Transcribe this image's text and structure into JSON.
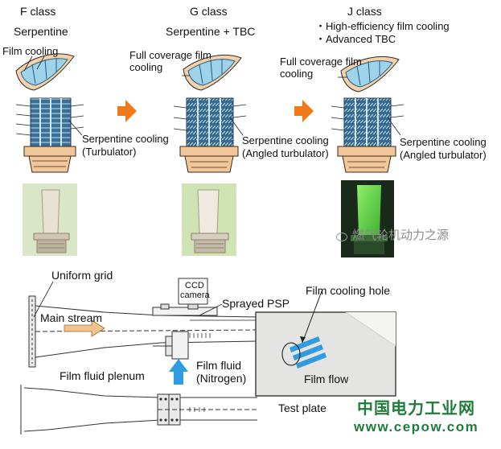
{
  "classes": [
    {
      "title": "F class",
      "subtitle": "Serpentine",
      "film_label": "Film cooling",
      "cooling_label_1": "Serpentine cooling",
      "cooling_label_2": "(Turbulator)"
    },
    {
      "title": "G class",
      "subtitle": "Serpentine + TBC",
      "film_label_1": "Full coverage film",
      "film_label_2": "cooling",
      "cooling_label_1": "Serpentine cooling",
      "cooling_label_2": "(Angled turbulator)"
    },
    {
      "title": "J class",
      "bullet_1": "・High-efficiency film cooling",
      "bullet_2": "・Advanced TBC",
      "film_label_1": "Full coverage film",
      "film_label_2": "cooling",
      "cooling_label_1": "Serpentine cooling",
      "cooling_label_2": "(Angled turbulator)"
    }
  ],
  "test_rig": {
    "uniform_grid": "Uniform grid",
    "main_stream": "Main stream",
    "ccd_1": "CCD",
    "ccd_2": "camera",
    "sprayed_psp": "Sprayed PSP",
    "film_cooling_hole": "Film cooling hole",
    "film_fluid_1": "Film fluid",
    "film_fluid_2": "(Nitrogen)",
    "film_fluid_plenum": "Film fluid plenum",
    "film_flow": "Film flow",
    "test_plate": "Test plate"
  },
  "watermark": "燃气轮机动力之源",
  "brand": {
    "name": "中国电力工业网",
    "url": "www.cepow.com"
  },
  "colors": {
    "arrow_orange": "#f07a1a",
    "blade_tan": "#f1c79a",
    "flow_blue": "#2f9be0",
    "brand_green": "#1f7d3a"
  }
}
